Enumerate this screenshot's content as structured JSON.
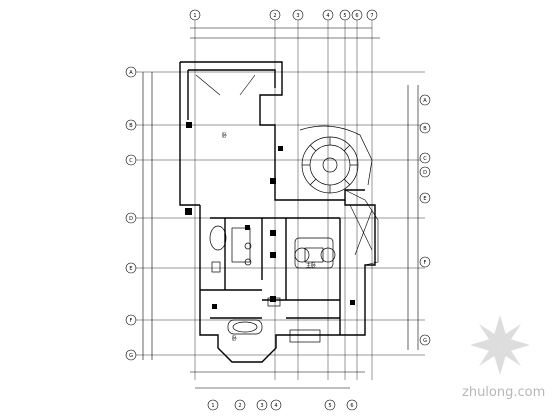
{
  "drawing": {
    "grid_top": [
      "1",
      "2",
      "3",
      "4",
      "5",
      "6",
      "7"
    ],
    "grid_left": [
      "A",
      "B",
      "C",
      "D",
      "E",
      "F",
      "G"
    ],
    "grid_right": [
      "A",
      "B",
      "C",
      "D",
      "E",
      "F",
      "G"
    ],
    "grid_bottom": [
      "1",
      "2",
      "3",
      "4",
      "5",
      "6"
    ],
    "room_tags": [
      "卧",
      "主卧",
      "卧"
    ]
  },
  "watermark": {
    "text": "zhulong.com",
    "logo": "zhulong-logo"
  }
}
